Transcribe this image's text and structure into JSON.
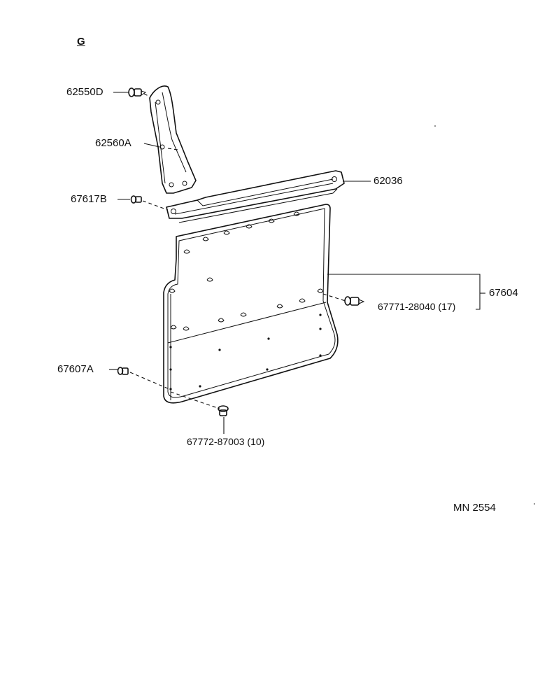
{
  "header": {
    "section_letter": "G"
  },
  "parts": {
    "p62550D": "62550D",
    "p62560A": "62560A",
    "p67617B": "67617B",
    "p62036": "62036",
    "p67604": "67604",
    "p67771": "67771-28040 (17)",
    "p67607A": "67607A",
    "p67772": "67772-87003 (10)"
  },
  "footer": {
    "diagram_code": "MN 2554"
  }
}
